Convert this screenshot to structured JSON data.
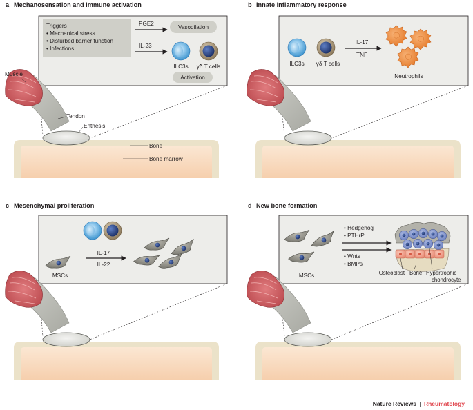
{
  "panels": {
    "a": {
      "letter": "a",
      "title": "Mechanosensation and immune activation",
      "triggers_title": "Triggers",
      "triggers": [
        "Mechanical stress",
        "Disturbed barrier function",
        "Infections"
      ],
      "pge2": "PGE2",
      "vasodilation": "Vasodilation",
      "il23": "IL-23",
      "ilc3s": "ILC3s",
      "gd_tcells": "γδ T cells",
      "activation": "Activation",
      "anatomy": {
        "muscle": "Muscle",
        "tendon": "Tendon",
        "enthesis": "Enthesis",
        "bone": "Bone",
        "bone_marrow": "Bone marrow"
      }
    },
    "b": {
      "letter": "b",
      "title": "Innate inflammatory response",
      "ilc3s": "ILC3s",
      "gd_tcells": "γδ T cells",
      "il17": "IL-17",
      "tnf": "TNF",
      "neutrophils": "Neutrophils"
    },
    "c": {
      "letter": "c",
      "title": "Mesenchymal proliferation",
      "il17": "IL-17",
      "il22": "IL-22",
      "mscs": "MSCs"
    },
    "d": {
      "letter": "d",
      "title": "New bone formation",
      "signals_top": [
        "Hedgehog",
        "PTHrP"
      ],
      "signals_bottom": [
        "Wnts",
        "BMPs"
      ],
      "mscs": "MSCs",
      "osteoblast": "Osteoblast",
      "bone": "Bone",
      "hypertrophic": "Hypertrophic",
      "chondrocyte": "chondrocyte"
    }
  },
  "footer": {
    "brand": "Nature Reviews",
    "separator": "|",
    "journal": "Rheumatology"
  },
  "colors": {
    "panel_bg": "#ededea",
    "trigger_bg": "#cfcfc8",
    "pill_bg": "#cfcfc8",
    "bone_outer": "#ebe2c9",
    "bone_marrow": "#f8d9be",
    "muscle": "#c9565a",
    "tendon": "#b9bab3",
    "ilc3_blue": "#5aaee0",
    "tcell_brown": "#8f7c5e",
    "nucleus": "#263f7f",
    "neutrophil": "#f0883a",
    "osteoblast": "#f2a794",
    "journal_red": "#e0434b"
  }
}
